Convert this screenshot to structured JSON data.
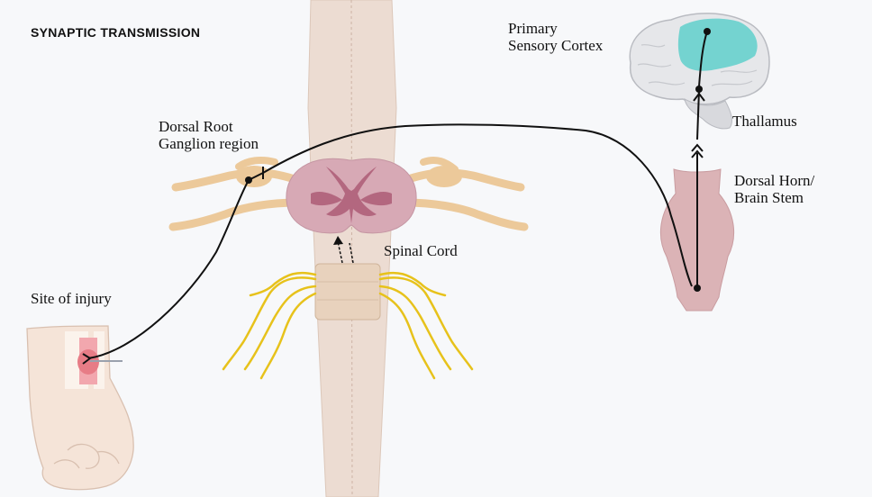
{
  "title": "SYNAPTIC TRANSMISSION",
  "labels": {
    "primary_line1": "Primary",
    "primary_line2": "Sensory Cortex",
    "thalamus": "Thallamus",
    "drg_line1": "Dorsal Root",
    "drg_line2": "Ganglion region",
    "dorsal_horn_line1": "Dorsal Horn/",
    "dorsal_horn_line2": "Brain Stem",
    "spinal_cord": "Spinal Cord",
    "site_of_injury": "Site of injury"
  },
  "colors": {
    "background": "#f7f8fa",
    "cord": "#ecdcd2",
    "nerve": "#ecc99a",
    "grey_matter": "#b3677f",
    "white_matter": "#d7a9b5",
    "vertebra": "#e8d2bd",
    "yellow_nerve": "#e7c21b",
    "cortex_highlight": "#74d3d0",
    "brainstem": "#dbb3b6",
    "injury": "#e77c86",
    "pathway": "#111111"
  },
  "icons": [
    "brain-icon",
    "arm-icon",
    "spinal-cord-cross-section",
    "vertebra-icon",
    "brainstem-icon"
  ]
}
